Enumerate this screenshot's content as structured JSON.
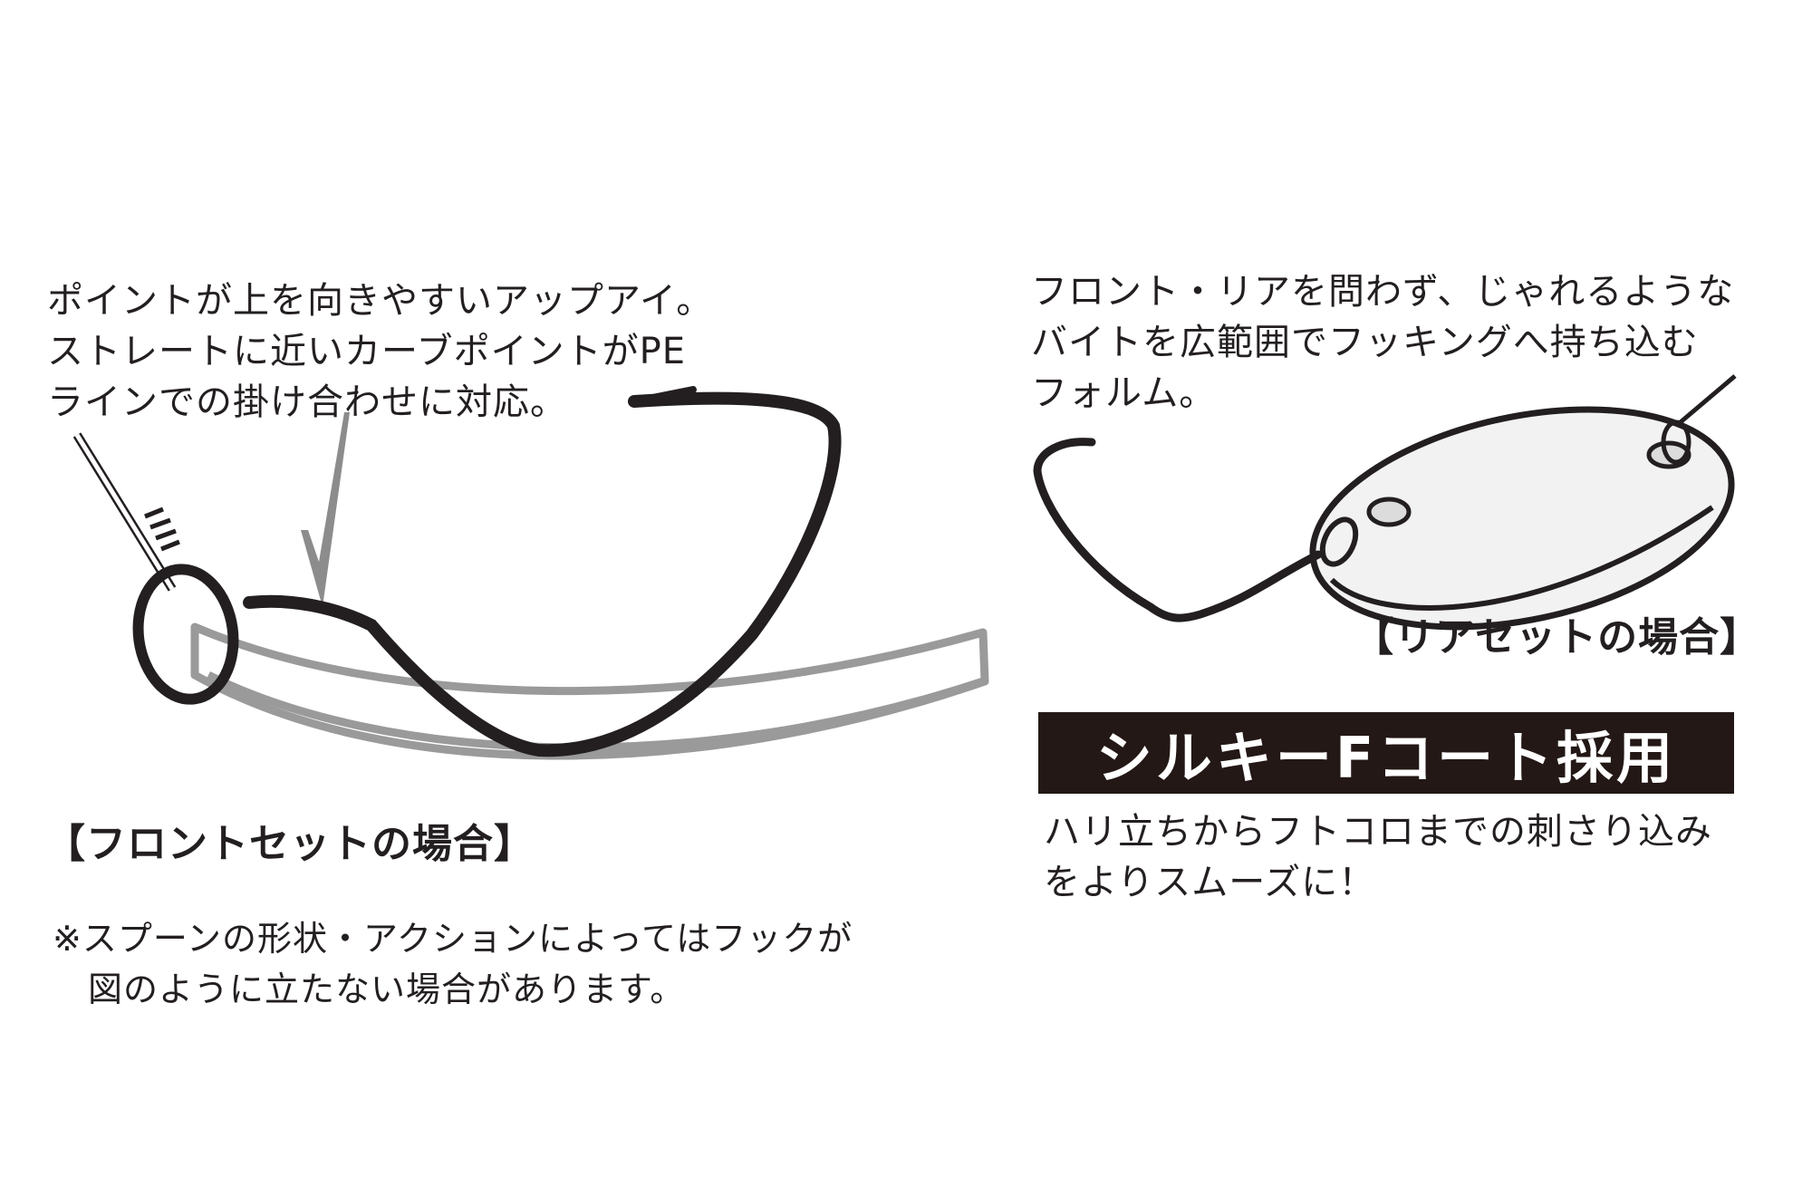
{
  "front_set": {
    "description_lines": [
      "ポイントが上を向きやすいアップアイ。",
      "ストレートに近いカーブポイントがPE",
      "ラインでの掛け合わせに対応。"
    ],
    "caption": "【フロントセットの場合】",
    "note_lines": [
      "※スプーンの形状・アクションによってはフックが",
      "　図のように立たない場合があります。"
    ]
  },
  "rear_set": {
    "description_lines": [
      "フロント・リアを問わず、じゃれるような",
      "バイトを広範囲でフッキングへ持ち込む",
      "フォルム。"
    ],
    "caption": "【リアセットの場合】"
  },
  "feature": {
    "banner": "シルキーFコート採用",
    "description_lines": [
      "ハリ立ちからフトコロまでの刺さり込み",
      "をよりスムーズに！"
    ]
  },
  "colors": {
    "ink": "#231f20",
    "banner_bg": "#231815",
    "worm_gray": "#9a9a9a",
    "pointer_gray": "#8c8c8c"
  }
}
